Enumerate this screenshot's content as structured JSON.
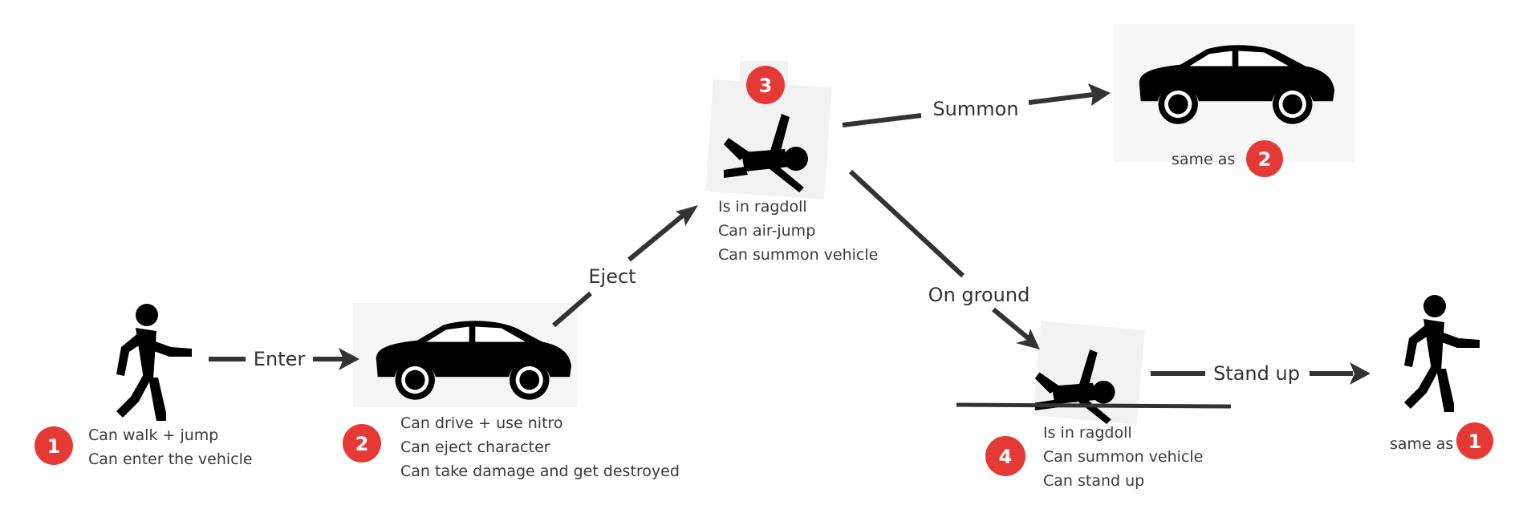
{
  "diagram": {
    "colors": {
      "badge": "#e53935",
      "ink": "#000000",
      "arrow": "#333333",
      "text": "#333333",
      "tile": "#f2f2f2"
    },
    "states": [
      {
        "id": "1",
        "icon": "walking-person-icon",
        "lines": [
          "Can walk + jump",
          "Can enter the vehicle"
        ]
      },
      {
        "id": "2",
        "icon": "car-icon",
        "lines": [
          "Can drive + use nitro",
          "Can eject character",
          "Can take damage and get destroyed"
        ]
      },
      {
        "id": "3",
        "icon": "ragdoll-air-icon",
        "lines": [
          "Is in ragdoll",
          "Can air-jump",
          "Can summon vehicle"
        ]
      },
      {
        "id": "4",
        "icon": "ragdoll-ground-icon",
        "lines": [
          "Is in ragdoll",
          "Can summon vehicle",
          "Can stand up"
        ]
      }
    ],
    "references": [
      {
        "text": "same as",
        "badge": "2",
        "icon": "car-icon"
      },
      {
        "text": "same as",
        "badge": "1",
        "icon": "walking-person-icon"
      }
    ],
    "transitions": [
      {
        "label": "Enter",
        "from": "1",
        "to": "2"
      },
      {
        "label": "Eject",
        "from": "2",
        "to": "3"
      },
      {
        "label": "Summon",
        "from": "3",
        "to": "2"
      },
      {
        "label": "On ground",
        "from": "3",
        "to": "4"
      },
      {
        "label": "Stand up",
        "from": "4",
        "to": "1"
      }
    ]
  }
}
